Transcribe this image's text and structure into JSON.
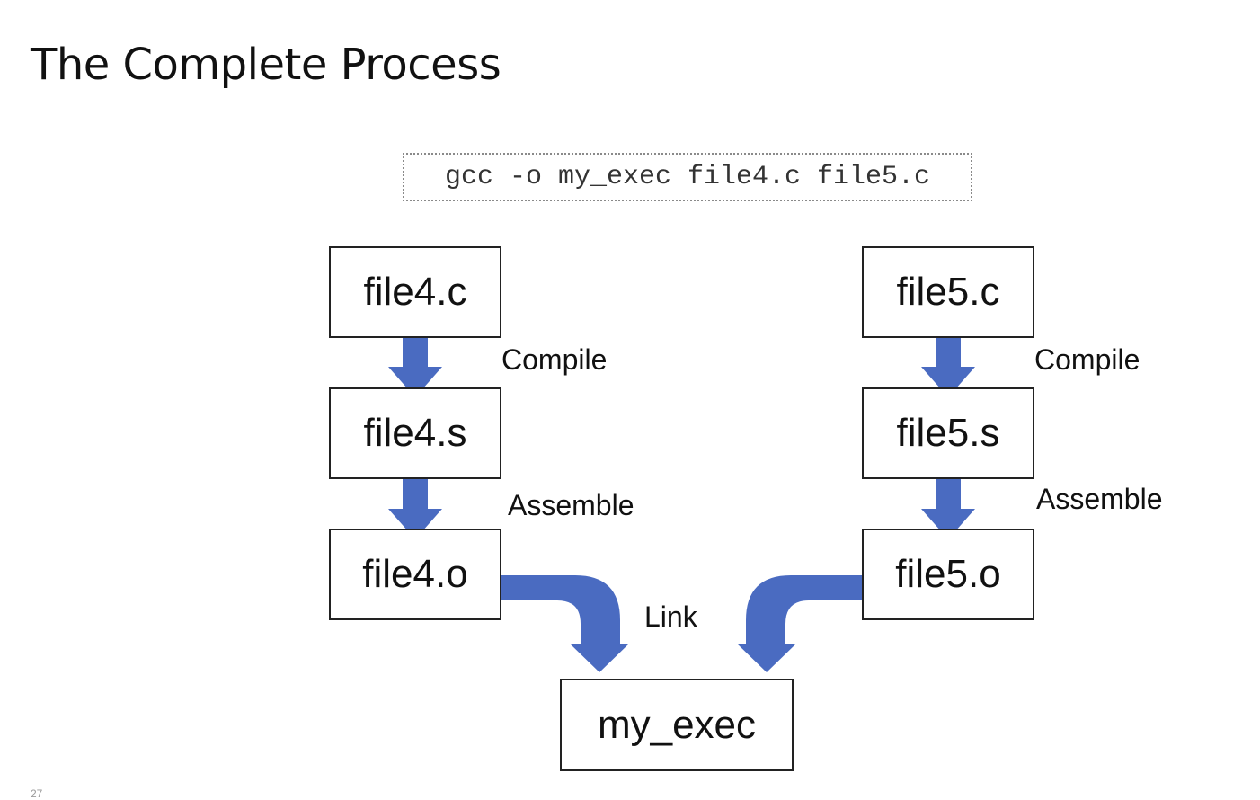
{
  "slide": {
    "title": "The Complete Process",
    "page_number": "27"
  },
  "command": "gcc -o my_exec file4.c file5.c",
  "left_chain": {
    "source": "file4.c",
    "assembly": "file4.s",
    "object": "file4.o",
    "compile_label": "Compile",
    "assemble_label": "Assemble"
  },
  "right_chain": {
    "source": "file5.c",
    "assembly": "file5.s",
    "object": "file5.o",
    "compile_label": "Compile",
    "assemble_label": "Assemble"
  },
  "link_label": "Link",
  "output": "my_exec",
  "colors": {
    "arrow": "#4a6bc1",
    "box_border": "#222222",
    "command_border": "#8a8a8a"
  }
}
